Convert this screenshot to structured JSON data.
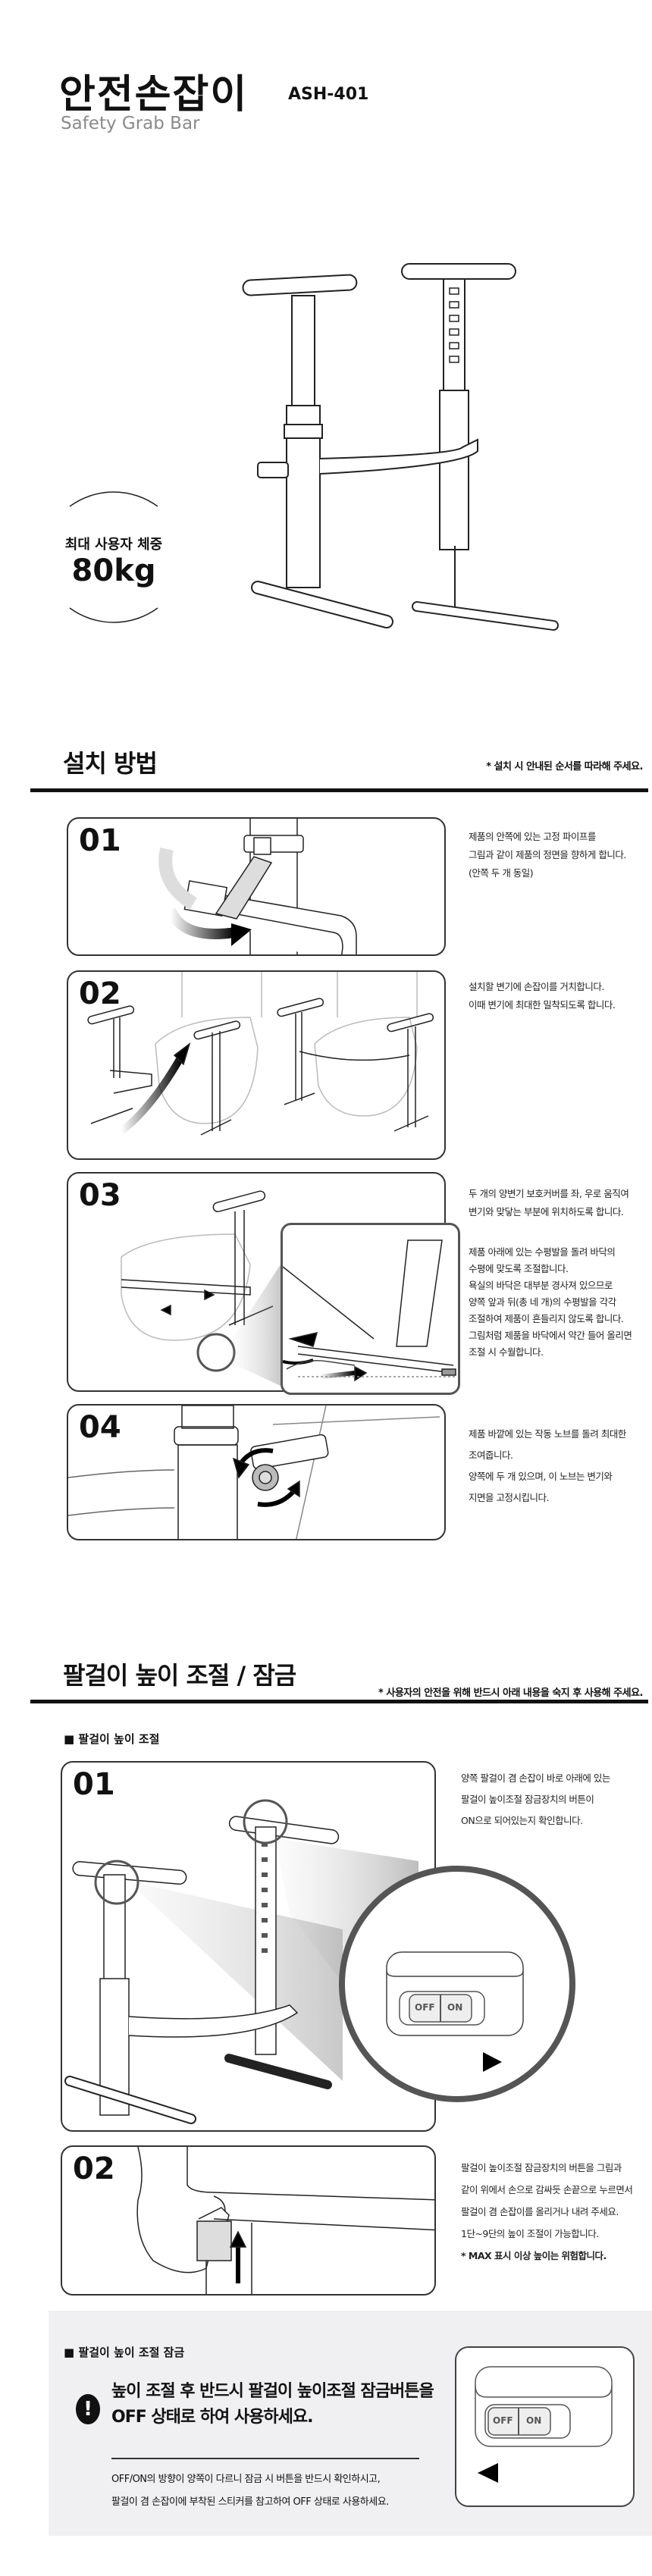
{
  "header": {
    "title": "안전손잡이",
    "model": "ASH-401",
    "subtitle": "Safety Grab Bar"
  },
  "weight": {
    "label": "최대 사용자 체중",
    "value": "80kg"
  },
  "install": {
    "title": "설치 방법",
    "note_prefix": "* 설치 시 안내된 ",
    "note_bold": "순서를 따라해 주세요.",
    "steps": [
      {
        "num": "01",
        "lines": [
          "제품의 안쪽에 있는 고정 파이프를",
          "그림과 같이 제품의 정면을 향하게 합니다.",
          "(안쪽 두 개 동일)"
        ]
      },
      {
        "num": "02",
        "lines": [
          "설치할 변기에 손잡이를 거치합니다.",
          "이때 변기에 최대한 밀착되도록 합니다."
        ]
      },
      {
        "num": "03",
        "lines": [
          "두 개의 양변기 보호커버를 좌, 우로 움직여",
          "변기와 맞닿는 부분에 위치하도록 합니다."
        ],
        "lines2": [
          "제품 아래에 있는 수평발을 돌려 바닥의",
          "수평에 맞도록 조절합니다.",
          "욕실의 바닥은 대부분 경사져 있으므로",
          "양쪽 앞과 뒤(총 네 개)의 수평발을 각각",
          "조절하여 제품이 흔들리지 않도록 합니다.",
          "그림처럼 제품을 바닥에서 약간 들어 올리면",
          "조절 시 수월합니다."
        ]
      },
      {
        "num": "04",
        "lines": [
          "제품 바깥에 있는 작동 노브를 돌려 최대한",
          "조여줍니다.",
          "양쪽에 두 개 있으며, 이 노브는 변기와",
          "지면을 고정시킵니다."
        ]
      }
    ]
  },
  "armrest": {
    "title": "팔걸이 높이 조절 / 잠금",
    "note": "* 사용자의 안전을 위해 반드시 아래 내용을 숙지 후 사용해 주세요.",
    "adjust_label": "■ 팔걸이 높이 조절",
    "steps": [
      {
        "num": "01",
        "lines": [
          "양쪽 팔걸이 겸 손잡이 바로 아래에 있는",
          "팔걸이 높이조절 잠금장치의 버튼이",
          "ON으로 되어있는지 확인합니다."
        ]
      },
      {
        "num": "02",
        "lines": [
          "팔걸이 높이조절 잠금장치의 버튼을 그림과",
          "같이 위에서 손으로 감싸듯 손끝으로 누르면서",
          "팔걸이 겸 손잡이를 올리거나 내려 주세요.",
          " 1단~9단의 높이 조절이 가능합니다."
        ],
        "warning": "* MAX 표시 이상 높이는 위험합니다."
      }
    ],
    "switch": {
      "off": "OFF",
      "on": "ON"
    },
    "lock": {
      "label": "■ 팔걸이 높이 조절 잠금",
      "icon": "exclamation-icon",
      "heading": [
        "높이 조절 후 반드시 팔걸이 높이조절 잠금버튼을",
        "OFF 상태로 하여 사용하세요."
      ],
      "body": [
        "OFF/ON의 방향이 양쪽이 다르니 잠금 시 버튼을 반드시 확인하시고,",
        "팔걸이 겸 손잡이에 부착된 스티커를 참고하여 OFF 상태로 사용하세요."
      ]
    }
  },
  "colors": {
    "text": "#111111",
    "panel": "#f0f0f2",
    "subtitle": "#8a8a8a"
  }
}
